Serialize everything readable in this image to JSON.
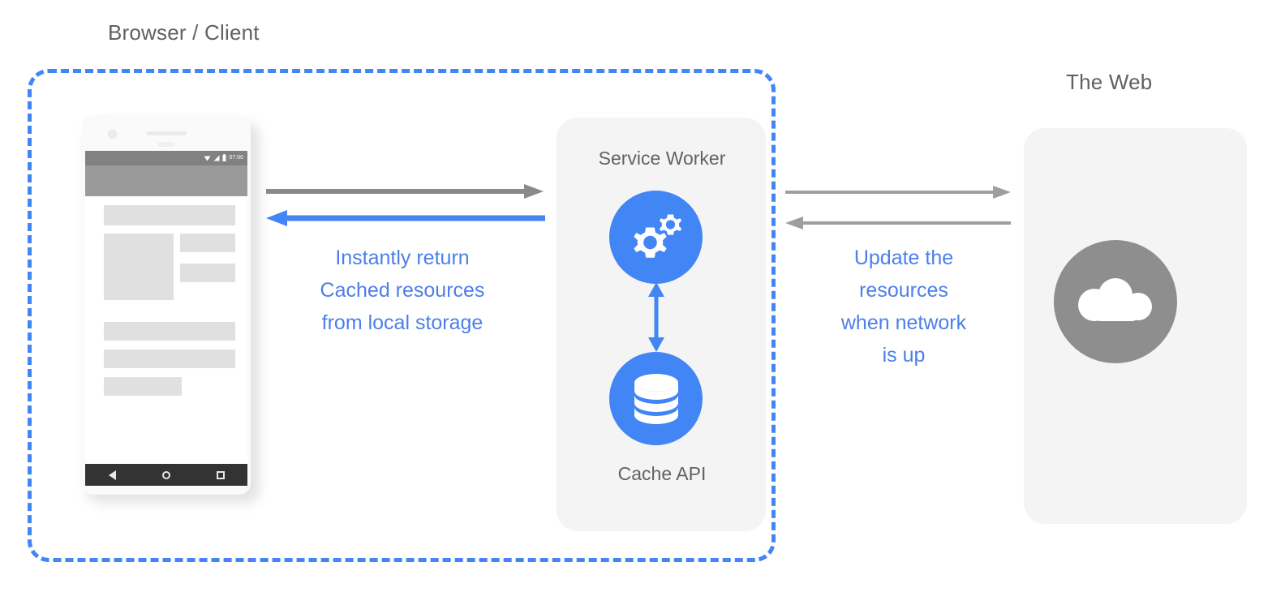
{
  "diagram": {
    "title_labels": {
      "browser_client": "Browser / Client",
      "the_web": "The Web"
    },
    "service_worker_panel": {
      "title": "Service Worker",
      "cache_title": "Cache API",
      "gears_icon": "gears-icon",
      "database_icon": "database-icon",
      "panel_color": "#f4f4f4",
      "icon_color": "#4285f4"
    },
    "web_panel": {
      "cloud_icon": "cloud-icon",
      "panel_color": "#f4f4f4",
      "icon_color": "#8e8e8e"
    },
    "client_box": {
      "border_color": "#4285f4",
      "border_style": "dashed"
    },
    "captions": {
      "cached": "Instantly return\nCached resources\nfrom local storage",
      "update": "Update the\nresources\nwhen network\nis up",
      "color": "#4c7fe8"
    },
    "arrows": [
      {
        "name": "client-to-service-worker",
        "direction": "right",
        "color": "#8a8a8a"
      },
      {
        "name": "service-worker-to-client",
        "direction": "left",
        "color": "#4285f4"
      },
      {
        "name": "service-worker-to-web",
        "direction": "right",
        "color": "#9e9e9e"
      },
      {
        "name": "web-to-service-worker",
        "direction": "left",
        "color": "#9e9e9e"
      },
      {
        "name": "service-worker-to-cache",
        "direction": "both",
        "color": "#4285f4"
      }
    ],
    "phone": {
      "status_time": "07:00",
      "status_icons": [
        "wifi-icon",
        "signal-icon",
        "battery-icon"
      ],
      "nav_icons": [
        "back-icon",
        "home-icon",
        "recents-icon"
      ],
      "appbar_color": "#9a9a9a",
      "statusbar_color": "#818181",
      "navbar_color": "#333333",
      "placeholder_color": "#e0e0e0"
    }
  }
}
